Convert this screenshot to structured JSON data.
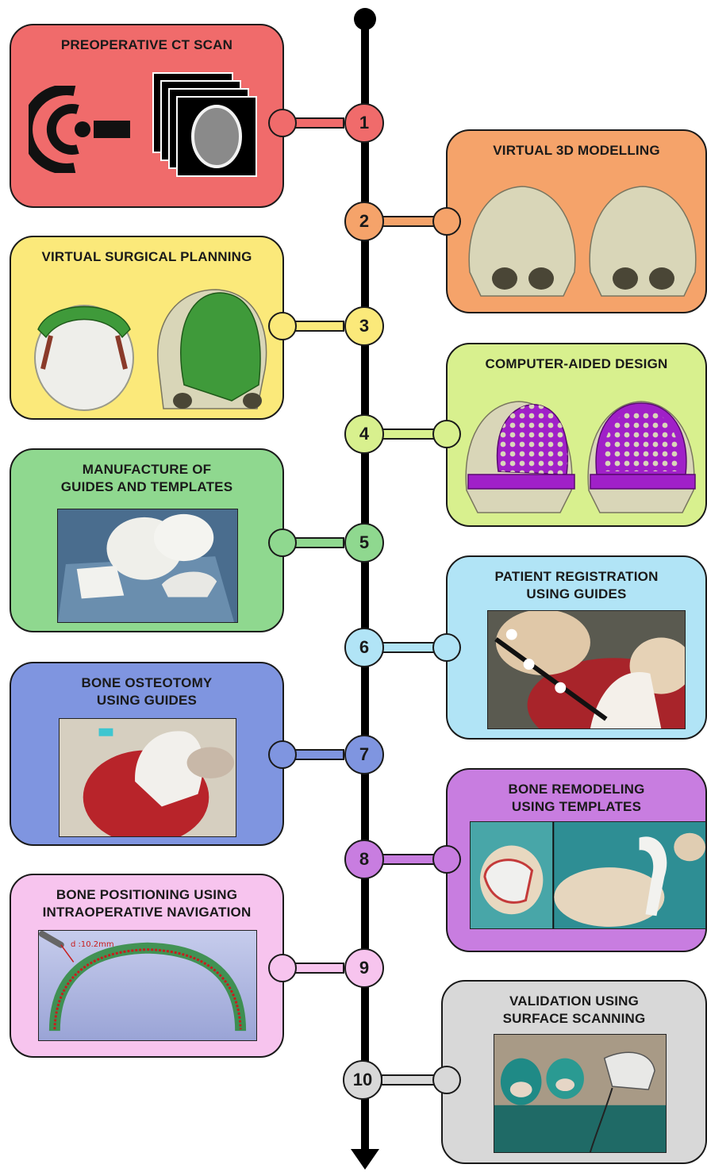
{
  "steps": [
    {
      "number": "1",
      "title": "PREOPERATIVE CT SCAN",
      "color": "#f06b6b",
      "side": "left"
    },
    {
      "number": "2",
      "title": "VIRTUAL 3D MODELLING",
      "color": "#f5a36a",
      "side": "right"
    },
    {
      "number": "3",
      "title": "VIRTUAL SURGICAL PLANNING",
      "color": "#fbe97a",
      "side": "left"
    },
    {
      "number": "4",
      "title": "COMPUTER-AIDED DESIGN",
      "color": "#d8f08e",
      "side": "right"
    },
    {
      "number": "5",
      "title_lines": [
        "MANUFACTURE OF",
        "GUIDES AND TEMPLATES"
      ],
      "color": "#8fd88f",
      "side": "left"
    },
    {
      "number": "6",
      "title_lines": [
        "PATIENT REGISTRATION",
        "USING GUIDES"
      ],
      "color": "#b1e4f6",
      "side": "right"
    },
    {
      "number": "7",
      "title_lines": [
        "BONE OSTEOTOMY",
        "USING GUIDES"
      ],
      "color": "#7f95e0",
      "side": "left"
    },
    {
      "number": "8",
      "title_lines": [
        "BONE REMODELING",
        "USING TEMPLATES"
      ],
      "color": "#c87de0",
      "side": "right"
    },
    {
      "number": "9",
      "title_lines": [
        "BONE POSITIONING USING",
        "INTRAOPERATIVE NAVIGATION"
      ],
      "color": "#f7c4ee",
      "side": "left"
    },
    {
      "number": "10",
      "title_lines": [
        "VALIDATION USING",
        "SURFACE SCANNING"
      ],
      "color": "#d8d8d8",
      "side": "right"
    }
  ],
  "navigation_readout": "d :10.2mm",
  "icons": {
    "ct_scanner": "ct-scanner-icon",
    "ct_slices": "ct-slice-stack-icon"
  },
  "colors": {
    "axis": "#000000",
    "skull": "#d9d6b8",
    "guide_green": "#3f9a3a",
    "template_purple": "#a020c8"
  }
}
